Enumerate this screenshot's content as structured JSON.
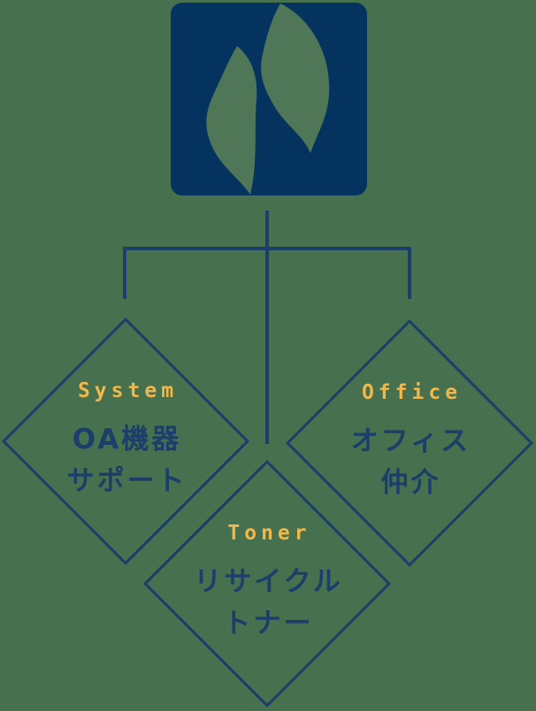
{
  "page": {
    "background_color": "#47704e"
  },
  "logo": {
    "description": "square-company-logo-with-two-flame-shapes",
    "background_color": "#04335f",
    "flame_color": "#4f7757"
  },
  "connector": {
    "line_color": "#1b3e6a"
  },
  "org_chart": {
    "diamond_border_color": "#1b3e6a",
    "en_label_color": "#f0b74b",
    "jp_label_color": "#1b3e6a",
    "nodes": [
      {
        "id": "system",
        "en_label": "System",
        "jp_lines": [
          "OA機器",
          "サポート"
        ]
      },
      {
        "id": "office",
        "en_label": "Office",
        "jp_lines": [
          "オフィス",
          "仲介"
        ]
      },
      {
        "id": "toner",
        "en_label": "Toner",
        "jp_lines": [
          "リサイクル",
          "トナー"
        ]
      }
    ]
  }
}
